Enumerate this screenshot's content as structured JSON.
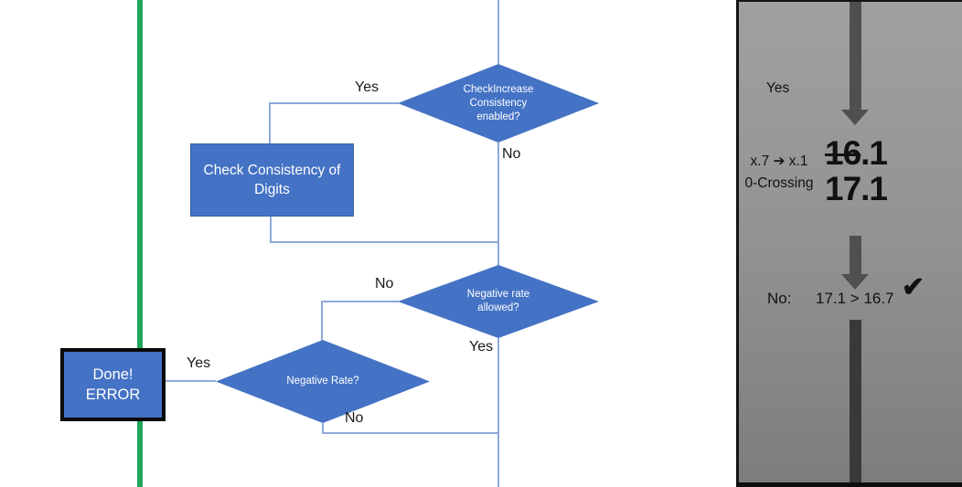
{
  "flowchart": {
    "nodes": {
      "check_increase": {
        "label": "CheckIncrease Consistency enabled?"
      },
      "check_consistency": {
        "label": "Check Consistency of Digits"
      },
      "negative_rate_allowed": {
        "label": "Negative rate allowed?"
      },
      "negative_rate": {
        "label": "Negative Rate?"
      },
      "done_error": {
        "line1": "Done!",
        "line2": "ERROR"
      }
    },
    "edge_labels": {
      "yes_top": "Yes",
      "no_top": "No",
      "no_mid": "No",
      "yes_mid": "Yes",
      "yes_done": "Yes",
      "no_bottom": "No"
    }
  },
  "side_panel": {
    "yes_label": "Yes",
    "rule_line1": "x.7 ➔ x.1",
    "rule_line2": "0-Crossing",
    "value_old_struck": "16",
    "value_old_rest": ".1",
    "value_new": "17.1",
    "result_label": "No:",
    "comparison": "17.1 > 16.7",
    "check_icon": "✔"
  },
  "colors": {
    "node_blue": "#4472c4",
    "connector_blue": "#8fa9d9",
    "divider_green": "#1fa75c",
    "panel_gray_top": "#a0a0a0",
    "panel_gray_bottom": "#7d7d7d",
    "arrow_gray": "#4f4f4f",
    "arrow_dark_gray": "#393939",
    "done_border": "#0a0a0a"
  }
}
